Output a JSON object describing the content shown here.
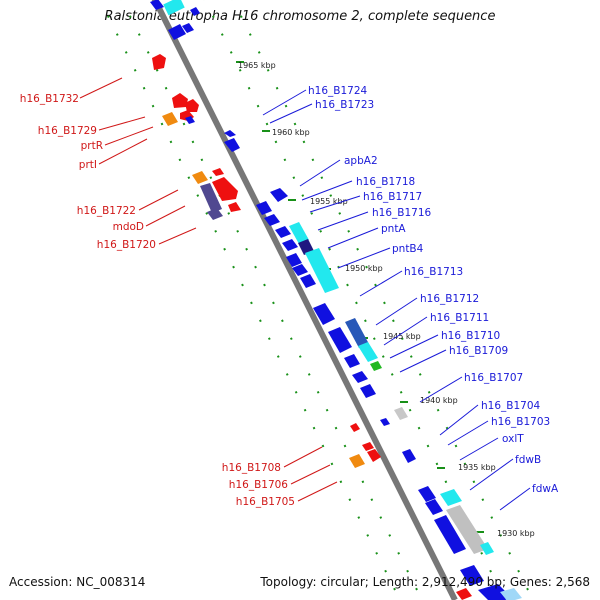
{
  "title": "Ralstonia eutropha H16 chromosome 2, complete sequence",
  "footer": {
    "accession": "Accession: NC_008314",
    "topology": "Topology: circular; Length: 2,912,490 bp; Genes: 2,568"
  },
  "ticks": [
    "1965 kbp",
    "1960 kbp",
    "1955 kbp",
    "1950 kbp",
    "1945 kbp",
    "1940 kbp",
    "1935 kbp",
    "1930 kbp"
  ],
  "forward_labels": [
    "h16_B1724",
    "h16_B1723",
    "apbA2",
    "h16_B1718",
    "h16_B1717",
    "h16_B1716",
    "pntA",
    "pntB4",
    "h16_B1713",
    "h16_B1712",
    "h16_B1711",
    "h16_B1710",
    "h16_B1709",
    "h16_B1707",
    "h16_B1704",
    "h16_B1703",
    "oxlT",
    "fdwB",
    "fdwA"
  ],
  "reverse_labels": [
    "h16_B1732",
    "h16_B1729",
    "prtR",
    "prtI",
    "h16_B1722",
    "mdoD",
    "h16_B1720",
    "h16_B1708",
    "h16_B1706",
    "h16_B1705"
  ],
  "colors": {
    "forward_gene": "#1010e0",
    "reverse_gene": "#ee1010",
    "cyan_feature": "#22e8ee",
    "orange_feature": "#f08a10",
    "purple_feature": "#504890",
    "backbone": "#808080",
    "forward_label": "#1a1ad8",
    "reverse_label": "#d01818",
    "dots": "#189018"
  }
}
